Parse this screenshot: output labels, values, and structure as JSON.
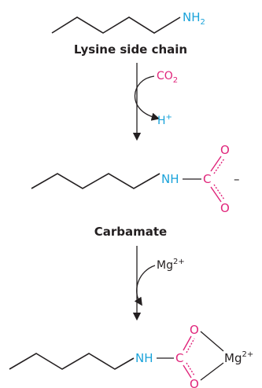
{
  "colors": {
    "blue": "#1aa3da",
    "pink": "#e0247a",
    "dark": "#231f20"
  },
  "top": {
    "group": "NH",
    "group_sub": "2",
    "caption": "Lysine side chain"
  },
  "step1": {
    "reactant": "CO",
    "reactant_sub": "2",
    "product": "H",
    "product_sup": "+"
  },
  "middle": {
    "nh": "NH",
    "c": "C",
    "o_top": "O",
    "o_bottom": "O",
    "charge": "–",
    "caption": "Carbamate"
  },
  "step2": {
    "reactant": "Mg",
    "reactant_sup": "2+"
  },
  "bottom": {
    "nh": "NH",
    "c": "C",
    "o_top": "O",
    "o_bottom": "O",
    "metal": "Mg",
    "metal_sup": "2+"
  }
}
